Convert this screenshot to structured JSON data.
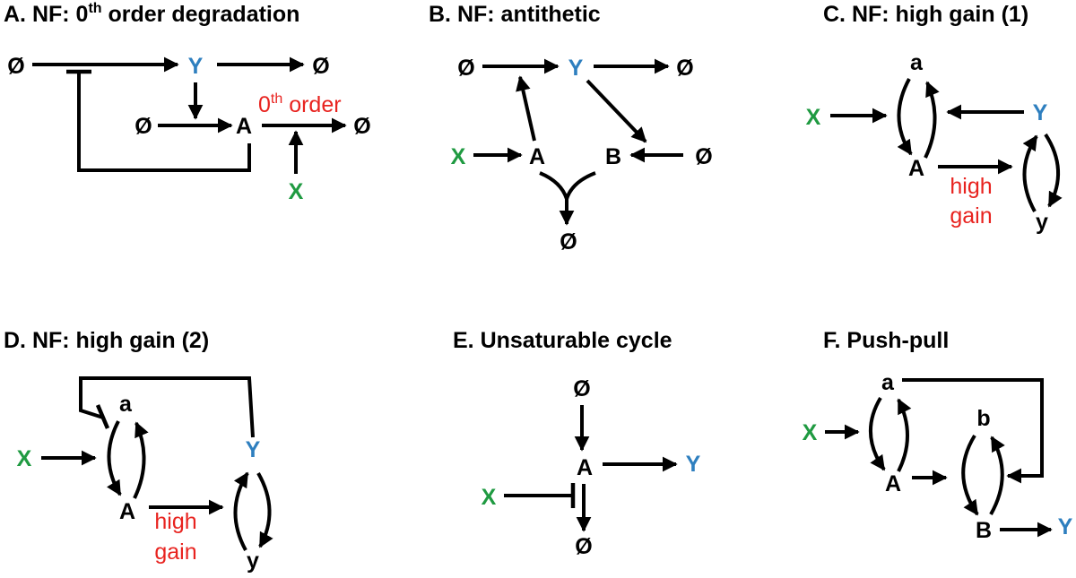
{
  "colors": {
    "input": "#1f9a41",
    "output": "#2e7fbf",
    "annotation": "#e8231f",
    "ink": "#000000"
  },
  "panels": {
    "A": {
      "title": "A. NF: 0",
      "title_sup": "th",
      "title_rest": " order degradation",
      "nodes": {
        "null1": "Ø",
        "Y": "Y",
        "null2": "Ø",
        "null3": "Ø",
        "A": "A",
        "null4": "Ø",
        "X": "X"
      },
      "note": "0",
      "note_sup": "th",
      "note_rest": " order"
    },
    "B": {
      "title": "B. NF: antithetic",
      "nodes": {
        "null1": "Ø",
        "Y": "Y",
        "null2": "Ø",
        "X": "X",
        "A": "A",
        "B": "B",
        "null3": "Ø",
        "null4": "Ø"
      }
    },
    "C": {
      "title": "C. NF: high gain (1)",
      "nodes": {
        "a": "a",
        "X": "X",
        "Y": "Y",
        "A": "A",
        "y": "y"
      },
      "note_line1": "high",
      "note_line2": "gain"
    },
    "D": {
      "title": "D. NF: high gain (2)",
      "nodes": {
        "a": "a",
        "X": "X",
        "Y": "Y",
        "A": "A",
        "y": "y"
      },
      "note_line1": "high",
      "note_line2": "gain"
    },
    "E": {
      "title": "E. Unsaturable cycle",
      "nodes": {
        "null1": "Ø",
        "A": "A",
        "Y": "Y",
        "X": "X",
        "null2": "Ø"
      }
    },
    "F": {
      "title": "F. Push-pull",
      "nodes": {
        "a": "a",
        "X": "X",
        "b": "b",
        "A": "A",
        "B": "B",
        "Y": "Y"
      }
    }
  }
}
